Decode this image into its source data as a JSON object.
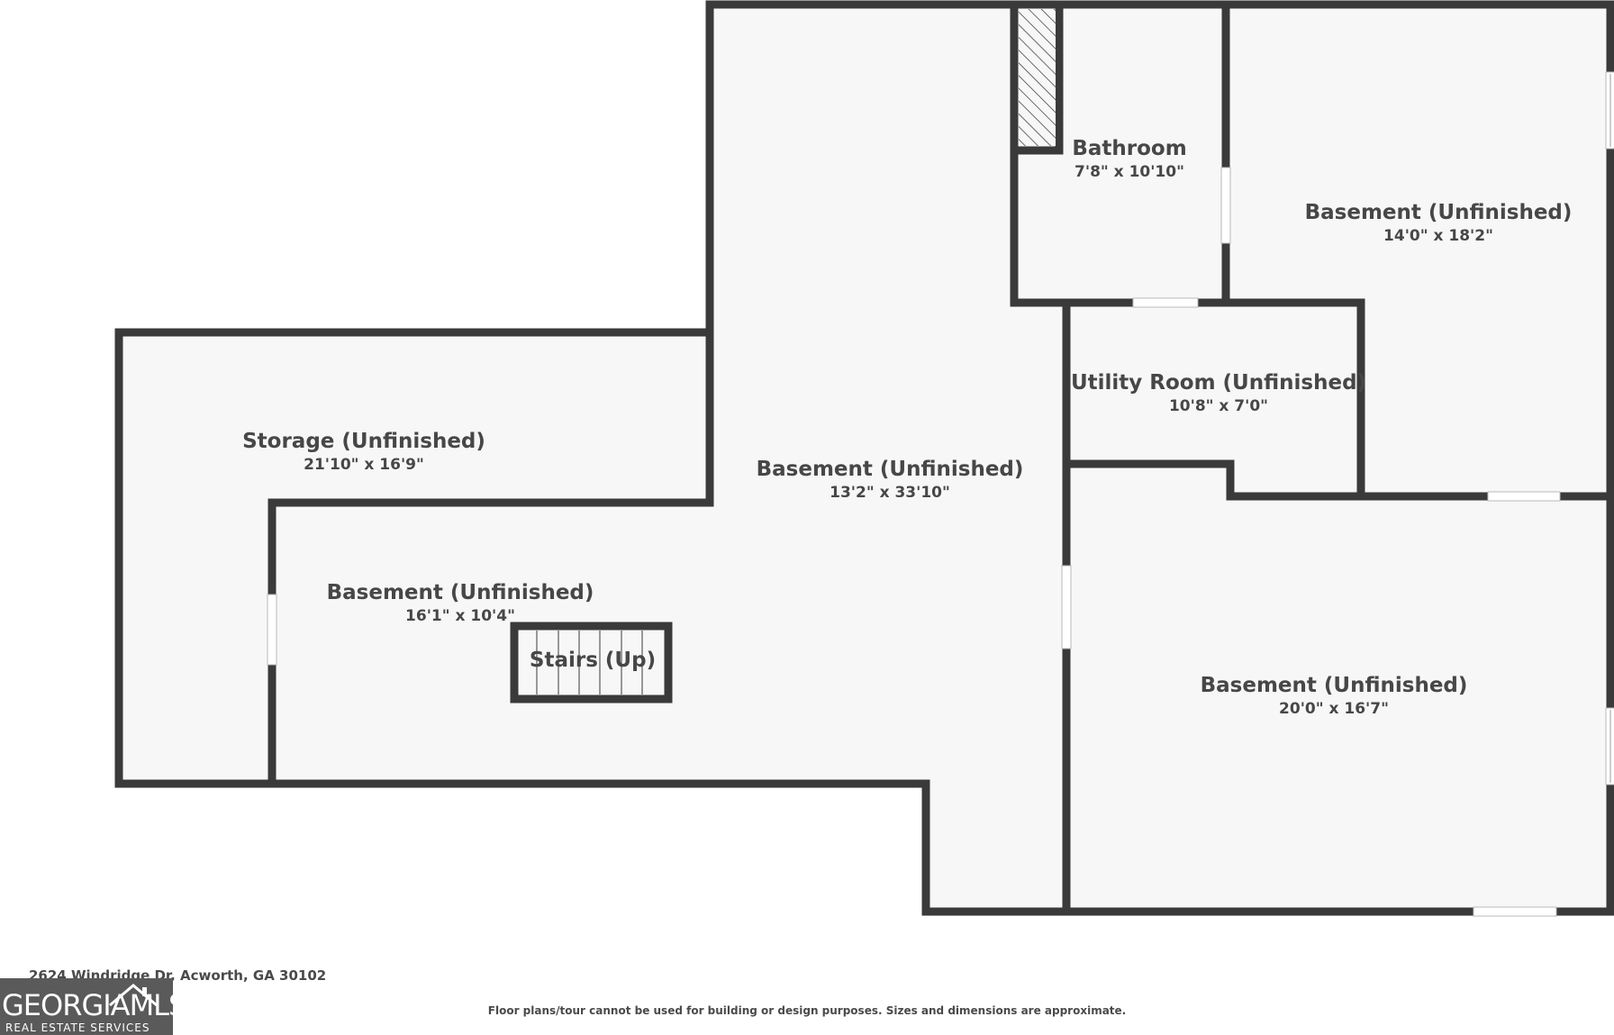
{
  "floorplan": {
    "rooms": [
      {
        "name": "Bathroom",
        "dimensions": "7'8\" x 10'10\""
      },
      {
        "name": "Basement (Unfinished)",
        "dimensions": "14'0\" x 18'2\""
      },
      {
        "name": "Utility Room (Unfinished)",
        "dimensions": "10'8\" x 7'0\""
      },
      {
        "name": "Storage (Unfinished)",
        "dimensions": "21'10\" x 16'9\""
      },
      {
        "name": "Basement (Unfinished)",
        "dimensions": "13'2\" x 33'10\""
      },
      {
        "name": "Basement (Unfinished)",
        "dimensions": "16'1\" x 10'4\""
      },
      {
        "name": "Basement (Unfinished)",
        "dimensions": "20'0\" x 16'7\""
      }
    ],
    "stairs_label": "Stairs (Up)"
  },
  "footer": {
    "address": "2624 Windridge Dr, Acworth, GA 30102",
    "logo_main": "GEORGIAMLS",
    "logo_sub": "REAL ESTATE SERVICES",
    "disclaimer": "Floor plans/tour cannot be used for building or design purposes. Sizes and dimensions are approximate."
  },
  "colors": {
    "wall": "#3a3a3a",
    "floor": "#f7f7f7",
    "text": "#474747",
    "logo_bg": "#5a5a5a"
  }
}
